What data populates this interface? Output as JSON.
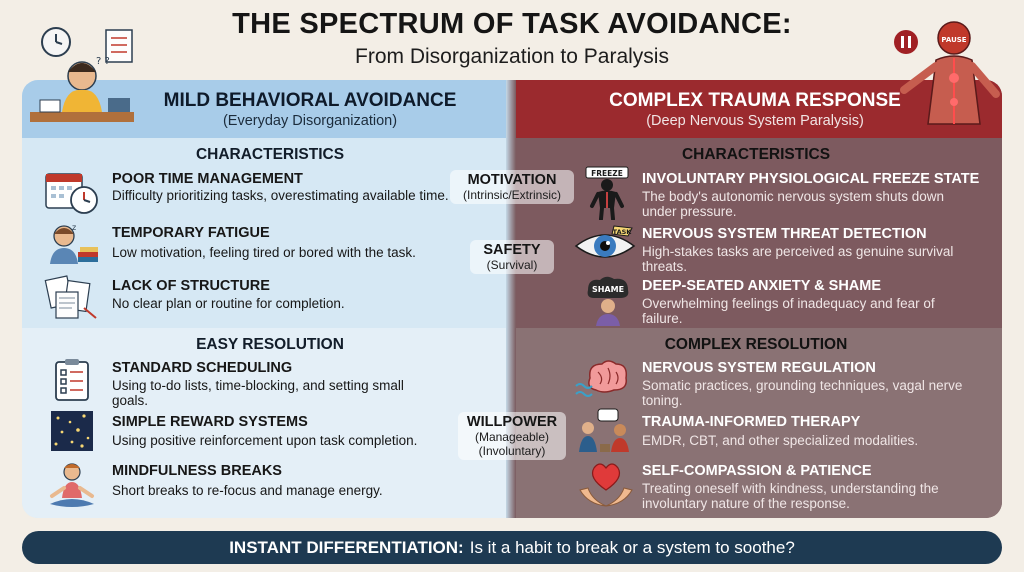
{
  "header": {
    "title": "THE SPECTRUM OF TASK AVOIDANCE:",
    "subtitle": "From Disorganization to Paralysis"
  },
  "left_panel": {
    "title": "MILD BEHAVIORAL AVOIDANCE",
    "subtitle": "(Everyday Disorganization)",
    "characteristics_heading": "CHARACTERISTICS",
    "characteristics": [
      {
        "title": "POOR TIME MANAGEMENT",
        "description": "Difficulty prioritizing tasks, overestimating available time.",
        "icon": "calendar-clock-icon"
      },
      {
        "title": "TEMPORARY FATIGUE",
        "description": "Low motivation, feeling tired or bored with the task.",
        "icon": "tired-person-icon"
      },
      {
        "title": "LACK OF STRUCTURE",
        "description": "No clear plan or routine for completion.",
        "icon": "scattered-papers-icon"
      }
    ],
    "resolution_heading": "EASY RESOLUTION",
    "resolutions": [
      {
        "title": "STANDARD SCHEDULING",
        "description": "Using to-do lists, time-blocking, and setting small goals.",
        "icon": "checklist-icon"
      },
      {
        "title": "SIMPLE REWARD SYSTEMS",
        "description": "Using positive reinforcement upon task completion.",
        "icon": "stars-icon"
      },
      {
        "title": "MINDFULNESS BREAKS",
        "description": "Short breaks to re-focus and manage energy.",
        "icon": "meditation-icon"
      }
    ]
  },
  "right_panel": {
    "title": "COMPLEX TRAUMA RESPONSE",
    "subtitle": "(Deep Nervous System Paralysis)",
    "characteristics_heading": "CHARACTERISTICS",
    "characteristics": [
      {
        "title": "INVOLUNTARY PHYSIOLOGICAL FREEZE STATE",
        "description": "The body's autonomic nervous system shuts down under pressure.",
        "icon": "freeze-body-icon",
        "icon_label": "FREEZE"
      },
      {
        "title": "NERVOUS SYSTEM THREAT DETECTION",
        "description": "High-stakes tasks are perceived as genuine survival threats.",
        "icon": "eye-threat-icon",
        "icon_label": "TASK"
      },
      {
        "title": "DEEP-SEATED ANXIETY & SHAME",
        "description": "Overwhelming feelings of inadequacy and fear of failure.",
        "icon": "shame-cloud-icon",
        "icon_label": "SHAME"
      }
    ],
    "resolution_heading": "COMPLEX RESOLUTION",
    "resolutions": [
      {
        "title": "NERVOUS SYSTEM REGULATION",
        "description": "Somatic practices, grounding techniques, vagal nerve toning.",
        "icon": "brain-waves-icon"
      },
      {
        "title": "TRAUMA-INFORMED THERAPY",
        "description": "EMDR, CBT, and other specialized modalities.",
        "icon": "therapy-session-icon"
      },
      {
        "title": "SELF-COMPASSION & PATIENCE",
        "description": "Treating oneself with kindness, understanding the involuntary nature of the response.",
        "icon": "heart-hands-icon"
      }
    ]
  },
  "center_labels": [
    {
      "main": "MOTIVATION",
      "sub": "(Intrinsic/Extrinsic)"
    },
    {
      "main": "SAFETY",
      "sub": "(Survival)"
    },
    {
      "main": "WILLPOWER",
      "sub": "(Manageable)",
      "sub2": "(Involuntary)"
    }
  ],
  "header_icons": {
    "left": "stressed-person-at-desk-icon",
    "right": "nervous-system-figure-icon",
    "right_label": "PAUSE"
  },
  "footer": {
    "bold": "INSTANT DIFFERENTIATION:",
    "text": "Is it a habit to break or a system to soothe?"
  },
  "colors": {
    "left_header": "#a8cce9",
    "left_panel": "#d6e8f4",
    "right_header": "#9b2a2e",
    "right_panel": "#6e4d52",
    "footer_bar": "#1e3a52"
  }
}
